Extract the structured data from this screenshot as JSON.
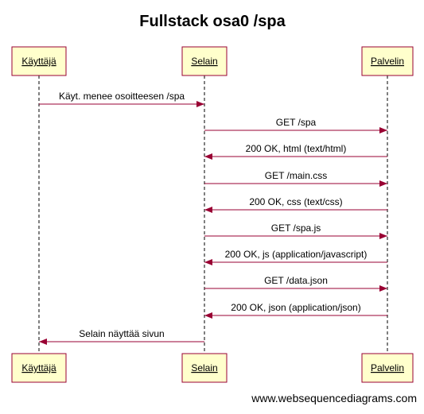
{
  "title": "Fullstack osa0 /spa",
  "participants": [
    {
      "id": "user",
      "label": "Käyttäjä"
    },
    {
      "id": "browser",
      "label": "Selain"
    },
    {
      "id": "server",
      "label": "Palvelin"
    }
  ],
  "messages": [
    {
      "from": "user",
      "to": "browser",
      "label": "Käyt. menee osoitteesen /spa"
    },
    {
      "from": "browser",
      "to": "server",
      "label": "GET /spa"
    },
    {
      "from": "server",
      "to": "browser",
      "label": "200 OK, html (text/html)"
    },
    {
      "from": "browser",
      "to": "server",
      "label": "GET /main.css"
    },
    {
      "from": "server",
      "to": "browser",
      "label": "200 OK, css (text/css)"
    },
    {
      "from": "browser",
      "to": "server",
      "label": "GET /spa.js"
    },
    {
      "from": "server",
      "to": "browser",
      "label": "200 OK, js (application/javascript)"
    },
    {
      "from": "browser",
      "to": "server",
      "label": "GET /data.json"
    },
    {
      "from": "server",
      "to": "browser",
      "label": "200 OK, json (application/json)"
    },
    {
      "from": "browser",
      "to": "user",
      "label": "Selain näyttää sivun"
    }
  ],
  "watermark": "www.websequencediagrams.com",
  "colors": {
    "box_fill": "#ffffcc",
    "box_border": "#990033",
    "arrow": "#990033",
    "lifeline": "#000000",
    "text": "#000000"
  }
}
